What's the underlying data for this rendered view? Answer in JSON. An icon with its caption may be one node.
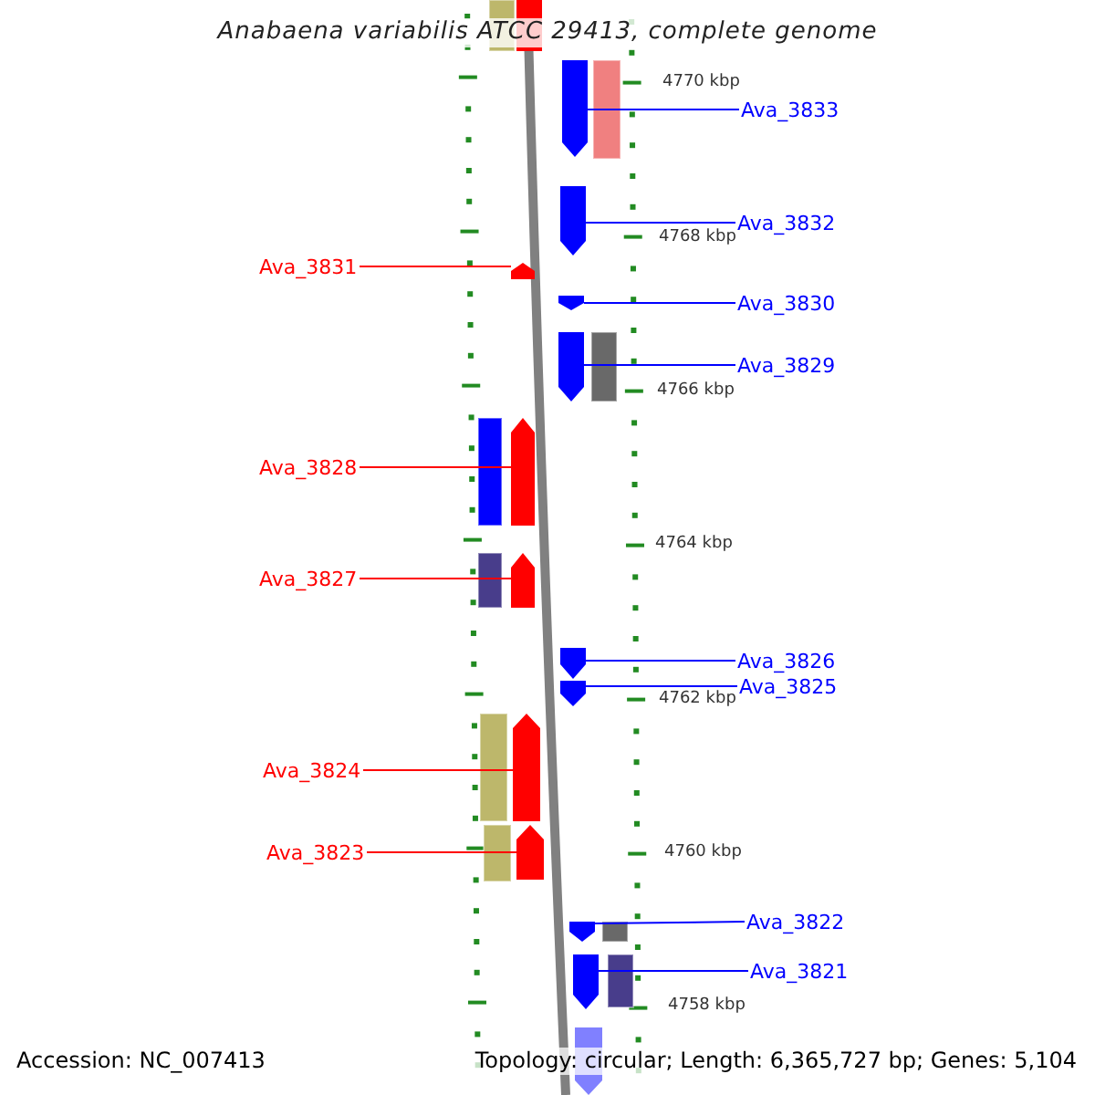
{
  "diagram": {
    "title": "Anabaena variabilis ATCC 29413, complete genome",
    "nodes": [
      {
        "text": [],
        "shape": "bar"
      },
      {
        "text": [
          "Ava_3833"
        ]
      },
      {
        "text": [],
        "shape": "bar"
      },
      {
        "text": [
          "Ava_3832"
        ]
      },
      {
        "text": [],
        "shape": "bar"
      },
      {
        "text": [
          "Ava_3831"
        ]
      },
      {
        "text": [],
        "shape": "bar"
      },
      {
        "text": [
          "Ava_3830"
        ]
      },
      {
        "text": [],
        "shape": "bar"
      },
      {
        "text": [
          "Ava_3829"
        ]
      },
      {
        "text": [],
        "shape": "bar"
      },
      {
        "text": [
          "Ava_3828"
        ]
      },
      {
        "text": [],
        "shape": "bar"
      },
      {
        "text": [
          "Ava_3827"
        ]
      },
      {
        "text": [],
        "shape": "bar"
      },
      {
        "text": [
          "Ava_3826"
        ]
      },
      {
        "text": [],
        "shape": "bar"
      },
      {
        "text": [
          "Ava_3825"
        ]
      },
      {
        "text": [],
        "shape": "bar"
      },
      {
        "text": [
          "Ava_3824"
        ]
      },
      {
        "text": [],
        "shape": "bar"
      },
      {
        "text": [
          "Ava_3823"
        ]
      },
      {
        "text": [],
        "shape": "bar"
      },
      {
        "text": [
          "Ava_3822"
        ]
      },
      {
        "text": [],
        "shape": "bar"
      },
      {
        "text": [
          "Ava_3821"
        ]
      },
      {
        "text": [],
        "shape": "bar"
      },
      {
        "text": [],
        "shape": "bar"
      }
    ],
    "edges": [
      {
        "from": 1,
        "to": 2,
        "arrow": "none"
      },
      {
        "from": 3,
        "to": 4,
        "arrow": "none"
      },
      {
        "from": 5,
        "to": 6,
        "arrow": "none",
        "color": "#ff0000"
      },
      {
        "from": 7,
        "to": 8,
        "arrow": "none"
      },
      {
        "from": 9,
        "to": 10,
        "arrow": "none"
      },
      {
        "from": 11,
        "to": 12,
        "arrow": "none",
        "color": "#ff0000"
      },
      {
        "from": 13,
        "to": 14,
        "arrow": "none",
        "color": "#ff0000"
      },
      {
        "from": 15,
        "to": 16,
        "arrow": "none"
      },
      {
        "from": 17,
        "to": 18,
        "arrow": "none"
      },
      {
        "from": 19,
        "to": 20,
        "arrow": "none",
        "color": "#ff0000"
      },
      {
        "from": 21,
        "to": 22,
        "arrow": "none",
        "color": "#ff0000"
      },
      {
        "from": 23,
        "to": 24,
        "arrow": "none"
      },
      {
        "from": 25,
        "to": 26,
        "arrow": "none"
      }
    ],
    "labels": [
      "4770 kbp",
      "4768 kbp",
      "4766 kbp",
      "4764 kbp",
      "4762 kbp",
      "4760 kbp",
      "4758 kbp",
      "Accession: NC_007413",
      "Topology: circular; Length: 6,365,727 bp; Genes: 5,104"
    ]
  }
}
